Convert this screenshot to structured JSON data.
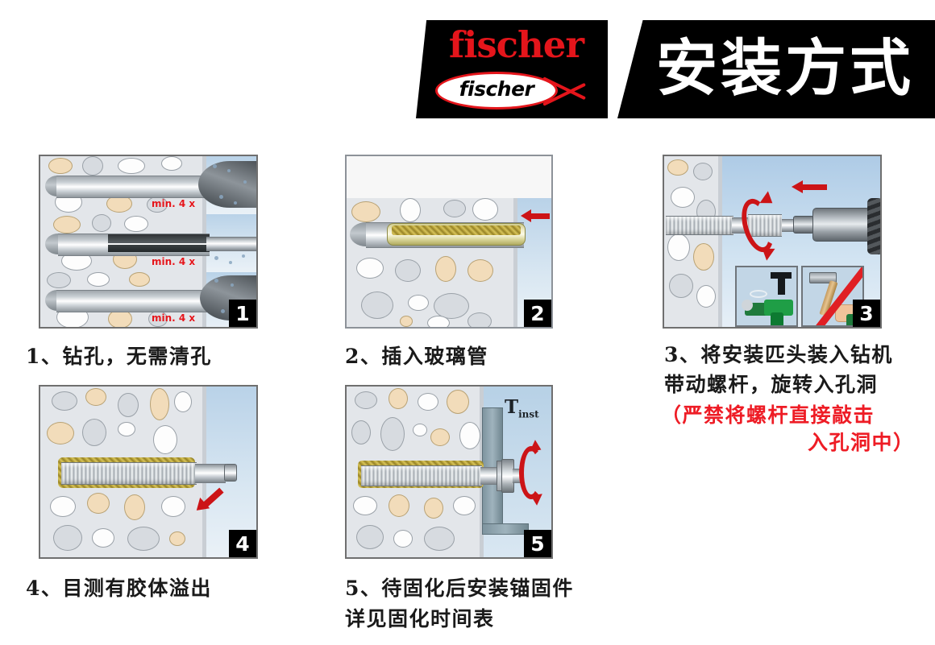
{
  "header": {
    "brand": "fischer",
    "fish_logo_text": "fischer",
    "title": "安装方式"
  },
  "steps": [
    {
      "number": "1",
      "caption_lines": [
        "1、钻孔，无需清孔"
      ],
      "annotations": [
        "min. 4 x",
        "min. 4 x",
        "min. 4 x"
      ],
      "description": "drill-hole-no-cleaning"
    },
    {
      "number": "2",
      "caption_lines": [
        "2、插入玻璃管"
      ],
      "annotations": [],
      "description": "insert-glass-capsule"
    },
    {
      "number": "3",
      "caption_lines": [
        "3、将安装匹头装入钻机",
        "带动螺杆，旋转入孔洞"
      ],
      "warning_lines": [
        "（严禁将螺杆直接敲击",
        "入孔洞中）"
      ],
      "annotations": [],
      "description": "drive-rod-with-drill"
    },
    {
      "number": "4",
      "caption_lines": [
        "4、目测有胶体溢出"
      ],
      "annotations": [],
      "description": "visible-resin-overflow"
    },
    {
      "number": "5",
      "caption_lines": [
        "5、待固化后安装锚固件",
        "详见固化时间表"
      ],
      "annotations": [
        "T",
        "inst"
      ],
      "description": "install-fixture-after-curing"
    }
  ],
  "colors": {
    "brand_red": "#e4151b",
    "warning_red": "#ee1c25",
    "banner_black": "#000000",
    "caption_black": "#1a1a1a",
    "arrow_red": "#cc1417"
  }
}
